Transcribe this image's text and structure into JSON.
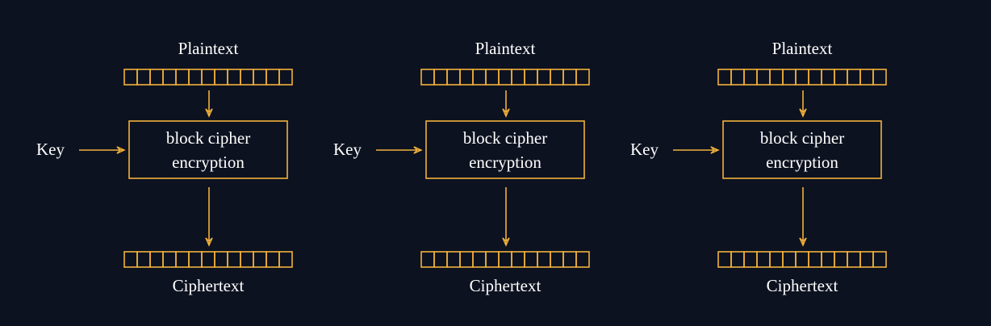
{
  "colors": {
    "background": "#0d1220",
    "stroke": "#f2b13c",
    "text": "#ffffff"
  },
  "block_cells": 13,
  "units": [
    {
      "plaintext_label": "Plaintext",
      "key_label": "Key",
      "cipher_line1": "block cipher",
      "cipher_line2": "encryption",
      "ciphertext_label": "Ciphertext"
    },
    {
      "plaintext_label": "Plaintext",
      "key_label": "Key",
      "cipher_line1": "block cipher",
      "cipher_line2": "encryption",
      "ciphertext_label": "Ciphertext"
    },
    {
      "plaintext_label": "Plaintext",
      "key_label": "Key",
      "cipher_line1": "block cipher",
      "cipher_line2": "encryption",
      "ciphertext_label": "Ciphertext"
    }
  ]
}
